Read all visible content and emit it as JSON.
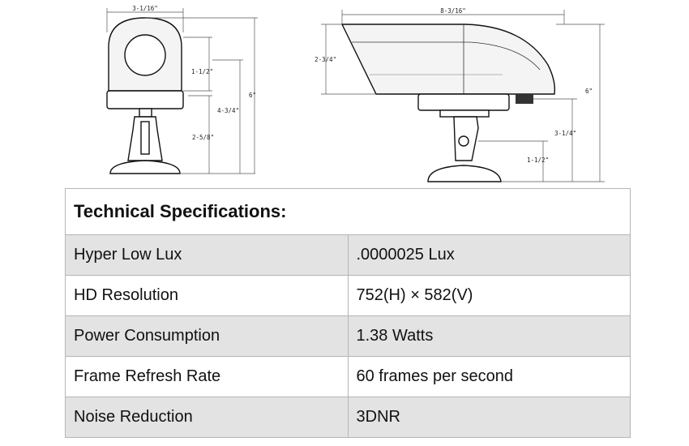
{
  "drawing": {
    "front_view": {
      "width_label": "3-1/16\"",
      "lens_height_label": "1-1/2\"",
      "overall_height_label": "6\"",
      "mid_height_label": "4-3/4\"",
      "bracket_height_label": "2-5/8\""
    },
    "side_view": {
      "length_label": "8-3/16\"",
      "hood_height_label": "2-3/4\"",
      "overall_height_label": "6\"",
      "mount_height_label": "3-1/4\"",
      "pivot_height_label": "1-1/2\""
    }
  },
  "specs": {
    "title": "Technical Specifications:",
    "rows": [
      {
        "label": "Hyper Low Lux",
        "value": ".0000025 Lux"
      },
      {
        "label": "HD Resolution",
        "value": "752(H) × 582(V)"
      },
      {
        "label": "Power Consumption",
        "value": "1.38 Watts"
      },
      {
        "label": "Frame Refresh Rate",
        "value": "60 frames per second"
      },
      {
        "label": "Noise Reduction",
        "value": "3DNR"
      }
    ]
  },
  "colors": {
    "shaded_row": "#e3e3e3",
    "border": "#b5b5b5",
    "housing_fill": "#f4f4f4",
    "hood_shade": "#e8e8e8"
  }
}
